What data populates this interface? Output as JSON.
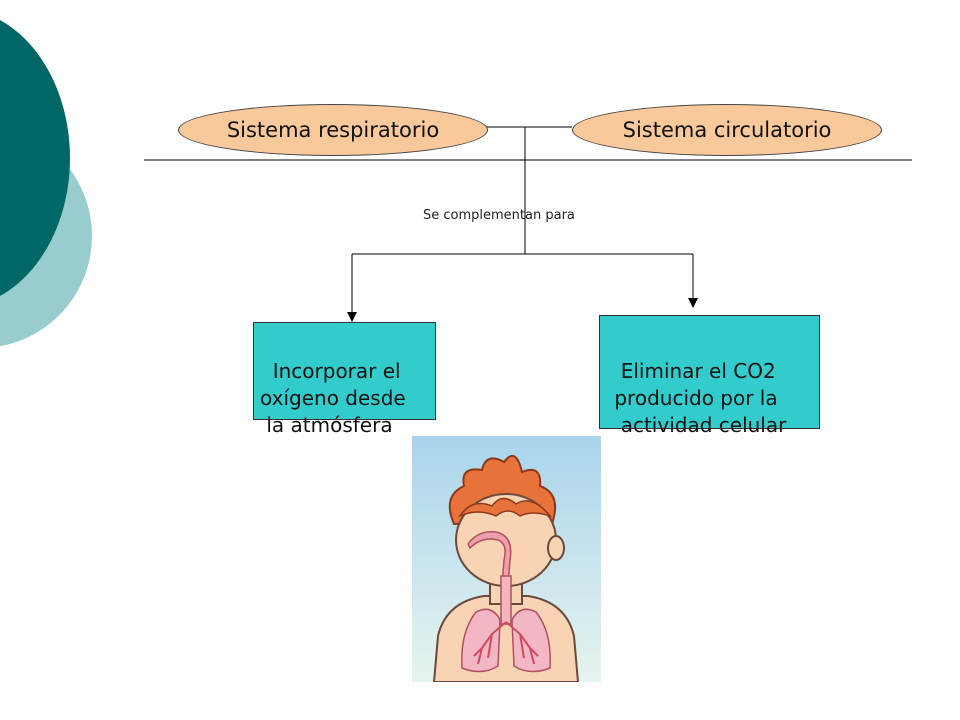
{
  "ovals": {
    "left": "Sistema respiratorio",
    "right": "Sistema circulatorio"
  },
  "connector_label": "Se complementan para",
  "boxes": {
    "left": "Incorporar el\noxígeno desde\n la atmósfera",
    "right": "Eliminar el CO2\n producido por la\n  actividad celular"
  },
  "colors": {
    "oval_fill": "#f9c89b",
    "box_fill": "#33cccc",
    "decor_dark": "#006666",
    "decor_light": "#99cccc"
  },
  "illustration": {
    "icon": "child-lungs-illustration"
  }
}
